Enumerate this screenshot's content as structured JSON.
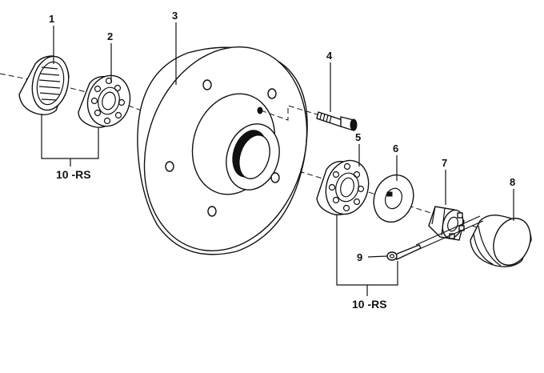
{
  "diagram": {
    "labels": [
      {
        "id": "1",
        "text": "1"
      },
      {
        "id": "2",
        "text": "2"
      },
      {
        "id": "3",
        "text": "3"
      },
      {
        "id": "4",
        "text": "4"
      },
      {
        "id": "5",
        "text": "5"
      },
      {
        "id": "6",
        "text": "6"
      },
      {
        "id": "7",
        "text": "7"
      },
      {
        "id": "8",
        "text": "8"
      },
      {
        "id": "9",
        "text": "9"
      }
    ],
    "kits": [
      {
        "id": "kit-left",
        "text": "10 -RS"
      },
      {
        "id": "kit-right",
        "text": "10 -RS"
      }
    ]
  }
}
